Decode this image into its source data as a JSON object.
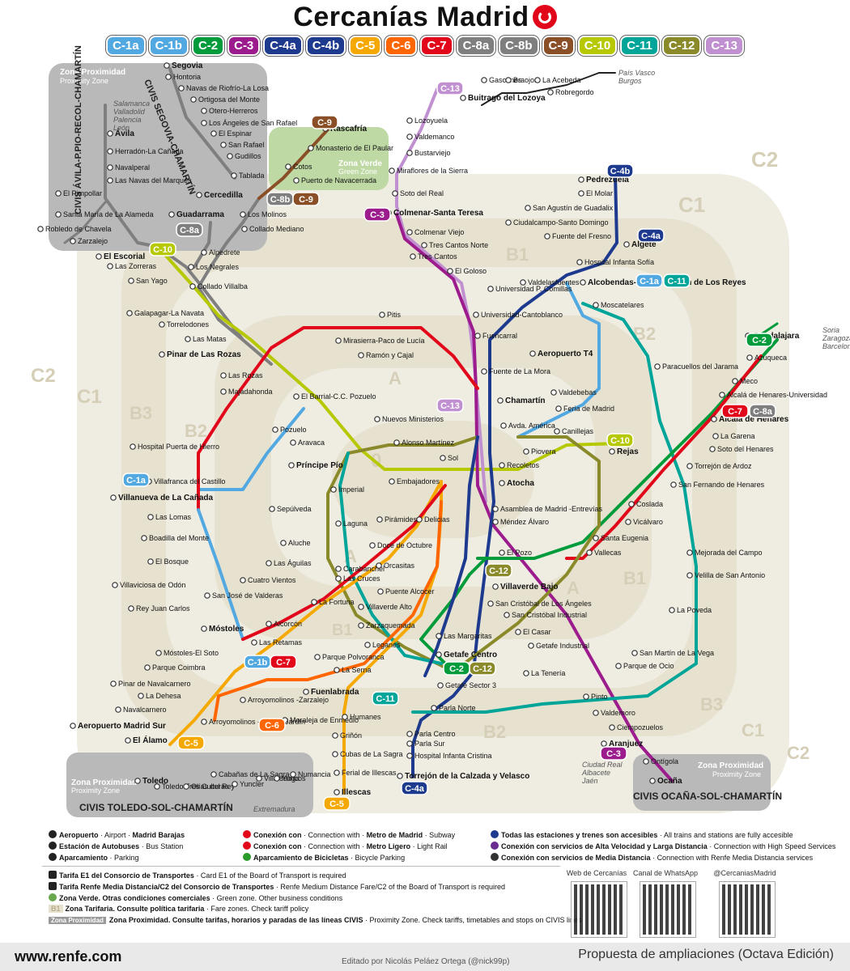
{
  "title": "Cercanías Madrid",
  "lines": [
    {
      "id": "C-1a",
      "color": "#52a8e0"
    },
    {
      "id": "C-1b",
      "color": "#52a8e0"
    },
    {
      "id": "C-2",
      "color": "#009b3a"
    },
    {
      "id": "C-3",
      "color": "#9c1c8e"
    },
    {
      "id": "C-4a",
      "color": "#1d3a8f"
    },
    {
      "id": "C-4b",
      "color": "#1d3a8f"
    },
    {
      "id": "C-5",
      "color": "#f5a800"
    },
    {
      "id": "C-6",
      "color": "#ff6600"
    },
    {
      "id": "C-7",
      "color": "#e2061b"
    },
    {
      "id": "C-8a",
      "color": "#7f7f7f"
    },
    {
      "id": "C-8b",
      "color": "#7f7f7f"
    },
    {
      "id": "C-9",
      "color": "#8b4f27"
    },
    {
      "id": "C-10",
      "color": "#b6c800"
    },
    {
      "id": "C-11",
      "color": "#00a59a"
    },
    {
      "id": "C-12",
      "color": "#8a8a2a"
    },
    {
      "id": "C-13",
      "color": "#c090d0"
    }
  ],
  "zones": {
    "c2_zona": "C2",
    "b1": "B1",
    "b2": "B2",
    "b3": "B3",
    "c1": "C1",
    "a": "A",
    "zero": "0",
    "zona": "Zona",
    "zone": "Zone",
    "proximidad": "Zona Proximidad",
    "proximity": "Proximity Zone",
    "verde": "Zona Verde",
    "green": "Green Zone"
  },
  "civis": {
    "avila": "CIVIS ÁVILA-P.PIO-RECOL-CHAMARTÍN",
    "segovia": "CIVIS SEGOVIA-CHAMARTÍN",
    "toledo": "CIVIS TOLEDO-SOL-CHAMARTÍN",
    "ocana": "CIVIS OCAÑA-SOL-CHAMARTÍN"
  },
  "directions": {
    "salamanca": "Salamanca\nValladolid\nPalencia\nLeón",
    "paisvasco": "País Vasco\nBurgos",
    "soria": "Soria\nZaragoza\nBarcelona",
    "extremadura": "Extremadura",
    "ciudadreal": "Ciudad Real\nAlbacete\nJaén"
  },
  "stations": [
    "Segovia",
    "Hontoria",
    "Navas de Riofrío-La Losa",
    "Ortigosa del Monte",
    "Otero-Herreros",
    "Los Ángeles de San Rafael",
    "El Espinar",
    "San Rafael",
    "Gudillos",
    "Tablada",
    "Ávila",
    "Herradón-La Cañada",
    "Navalperal",
    "Las Navas del Marqués",
    "El Pimpollar",
    "Santa María de La Alameda",
    "Robledo de Chavela",
    "Zarzalejo",
    "El Escorial",
    "Las Zorreras",
    "San Yago",
    "Rascafría",
    "Monasterio de El Paular",
    "Cotos",
    "Puerto de Navacerrada",
    "Cercedilla",
    "Los Molinos",
    "Guadarrama",
    "Collado Mediano",
    "Alpedrete",
    "Los Negrales",
    "Collado Villalba",
    "Galapagar-La Navata",
    "Torrelodones",
    "Las Matas",
    "Pinar de Las Rozas",
    "Las Rozas",
    "Majadahonda",
    "El Barrial-C.C. Pozuelo",
    "Pozuelo",
    "Aravaca",
    "Príncipe Pío",
    "Hospital Puerta de Hierro",
    "Villafranca del Castillo",
    "Villanueva de La Cañada",
    "Las Lomas",
    "Boadilla del Monte",
    "El Bosque",
    "Villaviciosa de Odón",
    "Rey Juan Carlos",
    "Móstoles",
    "Móstoles-El Soto",
    "Parque Coimbra",
    "Pinar de Navalcarnero",
    "La Dehesa",
    "Navalcarnero",
    "Aeropuerto Madrid Sur",
    "El Álamo",
    "Sepúlveda",
    "Imperial",
    "Laguna",
    "Aluche",
    "Las Águilas",
    "Carabanchel",
    "Las Cruces",
    "Cuatro Vientos",
    "San José de Valderas",
    "La Fortuna",
    "Alcorcón",
    "Las Retamas",
    "Leganés",
    "Parque Polvoranca",
    "La Serna",
    "Fuenlabrada",
    "Arroyomolinos -Zarzalejo",
    "Arroyomolinos -Ciudad Jardín",
    "Moraleja de Enmedio",
    "Humanes",
    "Griñón",
    "Cubas de La Sagra",
    "Ferial de Illescas",
    "Illescas",
    "Toledo",
    "Toledo Tres Culturas",
    "Olías del Rey",
    "Cabañas de La Sagra",
    "Yuncler",
    "Villaluenga",
    "Yuncos",
    "Numancia",
    "Buitrago del Lozoya",
    "Gascones",
    "Braojos",
    "La Acebeda",
    "Robregordo",
    "Lozoyuela",
    "Valdemanco",
    "Bustarviejo",
    "Miraflores de la Sierra",
    "Soto del Real",
    "Colmenar-Santa Teresa",
    "Colmenar Viejo",
    "Tres Cantos Norte",
    "Tres Cantos",
    "El Goloso",
    "Universidad P. Comillas",
    "Valdelasfuentes",
    "Universidad-Cantoblanco",
    "Fuencarral",
    "Pitis",
    "Mirasierra-Paco de Lucía",
    "Ramón y Cajal",
    "Aeropuerto T4",
    "Fuente de La Mora",
    "Chamartín",
    "Nuevos Ministerios",
    "Valdebebas",
    "Feria de Madrid",
    "Avda. América",
    "Canillejas",
    "Alonso Martínez",
    "Sol",
    "Piovera",
    "Recoletos",
    "Rejas",
    "Embajadores",
    "Atocha",
    "Pirámides",
    "Delicias",
    "Asamblea de Madrid -Entrevías",
    "Méndez Álvaro",
    "Doce de Octubre",
    "El Pozo",
    "Orcasitas",
    "Puente Alcocer",
    "Villaverde Alto",
    "Zarzaquemada",
    "Villaverde Bajo",
    "San Cristóbal de Los Ángeles",
    "San Cristóbal Industrial",
    "Las Margaritas",
    "El Casar",
    "Getafe Industrial",
    "Getafe Centro",
    "Getafe Sector 3",
    "La Tenería",
    "Pinto",
    "Parla Norte",
    "Parla Centro",
    "Parla Sur",
    "Hospital Infanta Cristina",
    "Torrejón de la Calzada y Velasco",
    "Valdemoro",
    "Ciempozuelos",
    "Aranjuez",
    "Ontígola",
    "Ocaña",
    "Pedrezuela",
    "El Molar",
    "San Agustín de Guadalix",
    "Ciudalcampo-Santo Domingo",
    "Fuente del Fresno",
    "Algete",
    "Hospital Infanta Sofía",
    "Alcobendas-San Sebastián de Los Reyes",
    "Moscatelares",
    "Paracuellos del Jarama",
    "Guadalajara",
    "Azuqueca",
    "Meco",
    "Alcalá de Henares-Universidad",
    "Alcalá de Henares",
    "La Garena",
    "Soto del Henares",
    "Torrejón de Ardoz",
    "San Fernando de Henares",
    "Coslada",
    "Vicálvaro",
    "Santa Eugenia",
    "Vallecas",
    "Mejorada del Campo",
    "Velilla de San Antonio",
    "La Poveda",
    "San Martín de La Vega",
    "Parque de Ocio"
  ],
  "legend": {
    "aeropuerto": "Aeropuerto",
    "aeropuerto_en": "Airport",
    "barajas": "Madrid Barajas",
    "bus": "Estación de Autobuses",
    "bus_en": "Bus Station",
    "parking": "Aparcamiento",
    "parking_en": "Parking",
    "metro": "Conexión con",
    "metro_en": "Connection with",
    "metro_madrid": "Metro de Madrid",
    "subway": "Subway",
    "ml": "Conexión con",
    "ml_en": "Connection with",
    "ml_name": "Metro Ligero",
    "lightrail": "Light Rail",
    "bici": "Aparcamiento de Bicicletas",
    "bici_en": "Bicycle Parking",
    "access": "Todas las estaciones y trenes son accesibles",
    "access_en": "All trains and stations are fully accesible",
    "av": "Conexión con servicios de Alta Velocidad y Larga Distancia",
    "av_en": "Connection with High Speed Services",
    "md": "Conexión con servicios de Media Distancia",
    "md_en": "Connection with Renfe Media Distancia services",
    "e1": "Tarifa E1 del Consorcio de Transportes",
    "e1_en": "Card E1 of the Board of Transport is required",
    "c2": "Tarifa Renfe Media Distancia/C2 del Consorcio de Transportes",
    "c2_en": "Renfe Medium Distance Fare/C2 of the Board of Transport is required",
    "verde": "Zona Verde. Otras condiciones comerciales",
    "verde_en": "Green zone. Other business conditions",
    "tarif": "Zona Tarifaria. Consulte política tarifaria",
    "tarif_en": "Fare zones. Check tariff policy",
    "prox": "Zona Proximidad. Consulte tarifas, horarios y paradas de las líneas CIVIS",
    "prox_en": "Proximity Zone. Check tariffs, timetables and stops on CIVIS lines",
    "b1tag": "B1",
    "zona": "Zona",
    "zone": "Zone",
    "zp": "Zona Proximidad",
    "pz": "Proximity Zone"
  },
  "qr": {
    "web": "Web de Cercanías",
    "whatsapp": "Canal de WhatsApp",
    "twitter": "@CercaniasMadrid"
  },
  "footer": {
    "url": "www.renfe.com",
    "editor": "Editado por Nicolás Peláez Ortega (@nick99p)",
    "proposal": "Propuesta de ampliaciones (Octava Edición)"
  }
}
